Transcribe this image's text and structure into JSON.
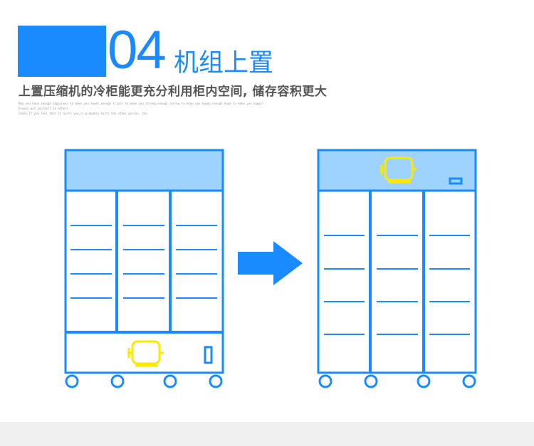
{
  "header": {
    "number": ".04",
    "title": "机组上置",
    "subtitle": "上置压缩机的冷柜能更充分利用柜内空间, 储存容积更大",
    "english_lines": [
      "May you have enough happiness to make you sweet,enough trials to make you strong,enough sorrow to keep you human,enough hope to make you happy?",
      "Always put yourself in others",
      "shoes.If you feel that it hurts you,it probably hurts the other person, too."
    ]
  },
  "colors": {
    "accent": "#1a8bff",
    "panel": "#9fd3ff",
    "compressor": "#ffe800",
    "footer": "#f0f0f0"
  },
  "icons": {
    "left_compressor": "compressor-icon",
    "right_compressor": "compressor-icon",
    "arrow": "arrow-right-icon"
  }
}
